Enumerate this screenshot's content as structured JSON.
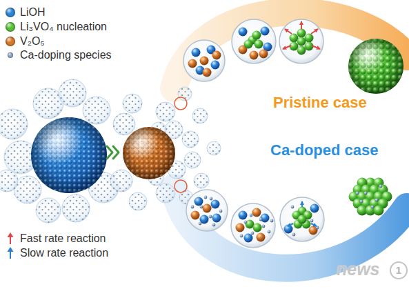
{
  "diagram": {
    "labels": [
      "Pristine case",
      "Ca-doped case",
      "news",
      "1"
    ],
    "legend": [
      {
        "text": "LiOH",
        "color": "#2f86d6"
      },
      {
        "text": "Li₃VO₄ nucleation",
        "color": "#58c23a"
      },
      {
        "text": "V₂O₅",
        "color": "#d8782a"
      },
      {
        "text": "Ca-doping species",
        "color": "#8ca6c4"
      },
      {
        "text": "Fast rate reaction"
      },
      {
        "text": "Slow rate reaction"
      }
    ]
  }
}
